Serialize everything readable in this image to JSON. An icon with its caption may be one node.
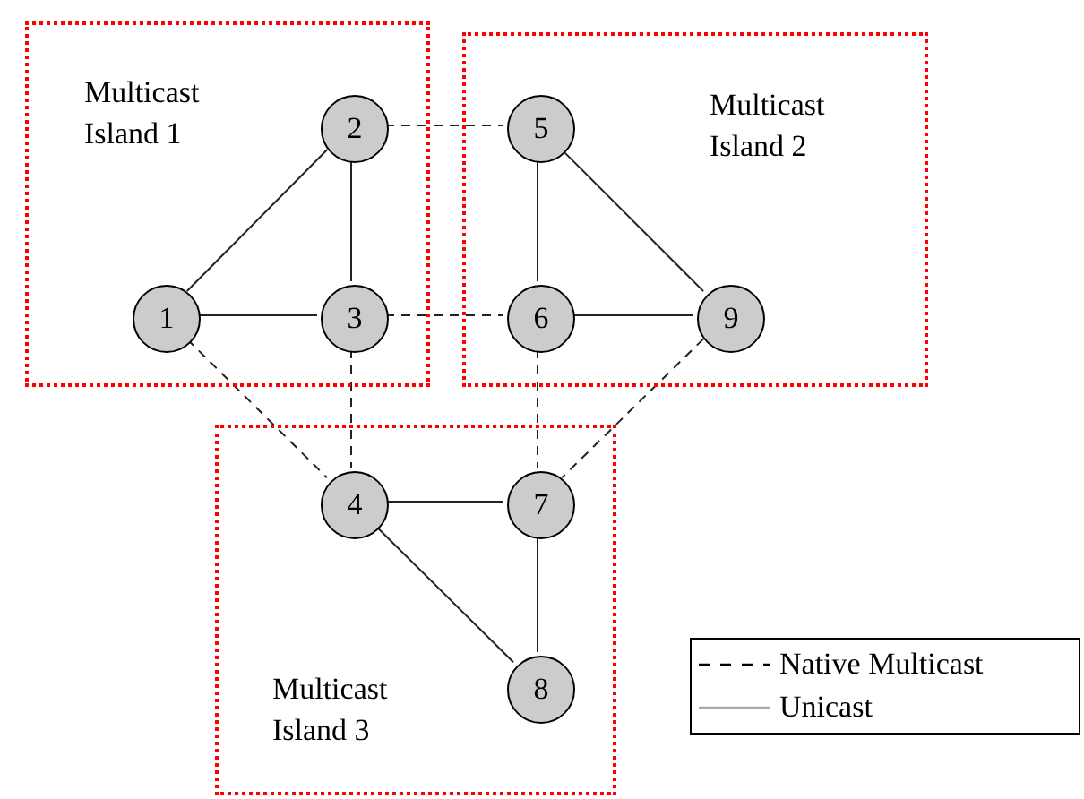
{
  "diagram": {
    "nodes": [
      {
        "text": [
          "Multicast Island 1"
        ]
      },
      {
        "text": [
          "1"
        ],
        "in": 0
      },
      {
        "text": [
          "2"
        ],
        "in": 0
      },
      {
        "text": [
          "3"
        ],
        "in": 0
      },
      {
        "text": [
          "Multicast Island 2"
        ]
      },
      {
        "text": [
          "5"
        ],
        "in": 4
      },
      {
        "text": [
          "6"
        ],
        "in": 4
      },
      {
        "text": [
          "9"
        ],
        "in": 4
      },
      {
        "text": [
          "Multicast Island 3"
        ]
      },
      {
        "text": [
          "4"
        ],
        "in": 8
      },
      {
        "text": [
          "7"
        ],
        "in": 8
      },
      {
        "text": [
          "8"
        ],
        "in": 8
      }
    ],
    "edges": [
      {
        "from": 1,
        "to": 2,
        "arrow": "none"
      },
      {
        "from": 1,
        "to": 3,
        "arrow": "none"
      },
      {
        "from": 2,
        "to": 3,
        "arrow": "none"
      },
      {
        "from": 5,
        "to": 6,
        "arrow": "none"
      },
      {
        "from": 5,
        "to": 7,
        "arrow": "none"
      },
      {
        "from": 6,
        "to": 7,
        "arrow": "none"
      },
      {
        "from": 9,
        "to": 10,
        "arrow": "none"
      },
      {
        "from": 9,
        "to": 11,
        "arrow": "none"
      },
      {
        "from": 10,
        "to": 11,
        "arrow": "none"
      },
      {
        "from": 2,
        "to": 5,
        "arrow": "none",
        "style": "dashed"
      },
      {
        "from": 3,
        "to": 6,
        "arrow": "none",
        "style": "dashed"
      },
      {
        "from": 1,
        "to": 9,
        "arrow": "none",
        "style": "dashed"
      },
      {
        "from": 3,
        "to": 9,
        "arrow": "none",
        "style": "dashed"
      },
      {
        "from": 6,
        "to": 10,
        "arrow": "none",
        "style": "dashed"
      },
      {
        "from": 7,
        "to": 10,
        "arrow": "none",
        "style": "dashed"
      }
    ],
    "legend": [
      {
        "text": "Native Multicast"
      },
      {
        "text": "Unicast"
      }
    ]
  }
}
